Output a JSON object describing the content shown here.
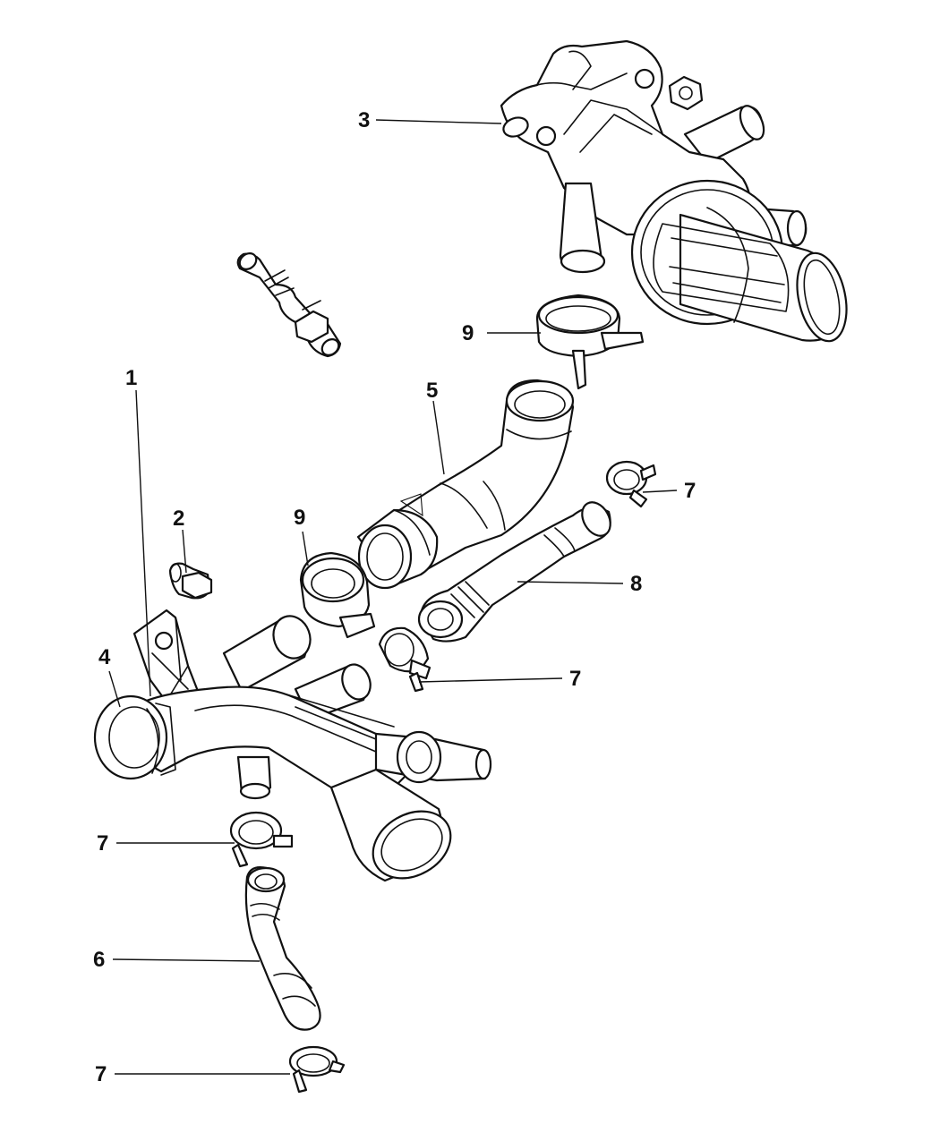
{
  "diagram": {
    "callouts": {
      "c1": "1",
      "c2": "2",
      "c3": "3",
      "c4": "4",
      "c5": "5",
      "c6": "6",
      "c7a": "7",
      "c7b": "7",
      "c7c": "7",
      "c7d": "7",
      "c8": "8",
      "c9a": "9",
      "c9b": "9"
    }
  }
}
